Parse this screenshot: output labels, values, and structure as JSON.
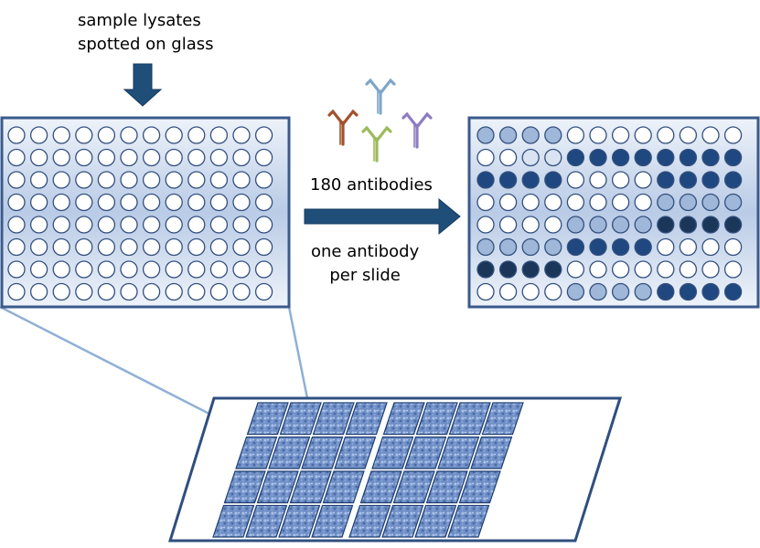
{
  "labels": {
    "lysates_line1": "sample lysates",
    "lysates_line2": "spotted on glass",
    "antibodies": "180 antibodies",
    "per_slide_line1": "one antibody",
    "per_slide_line2": "per slide"
  },
  "plate": {
    "rows": 8,
    "cols": 12
  },
  "antibody_colors": [
    "#a0522d",
    "#7ea6c9",
    "#9bbb59",
    "#8e7cc3"
  ],
  "colors": {
    "plate_border": "#3a5a8c",
    "plate_fill_light": "#dce6f4",
    "plate_fill_mid": "#a9bfe0",
    "well_empty": "#ffffff",
    "arrow": "#1f4e79",
    "connector": "#8fb0d6",
    "slide_border": "#2f4f7f"
  },
  "result_plate_intensity": [
    [
      2,
      2,
      2,
      2,
      0,
      0,
      0,
      0,
      0,
      0,
      0,
      0
    ],
    [
      0,
      0,
      1,
      1,
      4,
      4,
      4,
      4,
      4,
      4,
      4,
      4
    ],
    [
      4,
      4,
      4,
      4,
      0,
      0,
      0,
      0,
      4,
      4,
      4,
      4
    ],
    [
      0,
      0,
      0,
      0,
      0,
      0,
      0,
      0,
      2,
      2,
      2,
      2
    ],
    [
      0,
      0,
      0,
      0,
      2,
      2,
      2,
      2,
      5,
      5,
      5,
      5
    ],
    [
      2,
      2,
      2,
      2,
      4,
      4,
      4,
      4,
      0,
      0,
      0,
      0
    ],
    [
      5,
      5,
      5,
      5,
      0,
      0,
      0,
      0,
      0,
      0,
      0,
      0
    ],
    [
      0,
      0,
      0,
      0,
      2,
      2,
      2,
      2,
      4,
      4,
      4,
      4
    ]
  ],
  "intensity_colors": [
    "#ffffff",
    "#d9e3f1",
    "#9fb7d8",
    "#5b7fb0",
    "#1f4880",
    "#1a3658"
  ],
  "slide_grid": {
    "blocks": 2,
    "rows": 4,
    "cols_per_block": 4
  }
}
